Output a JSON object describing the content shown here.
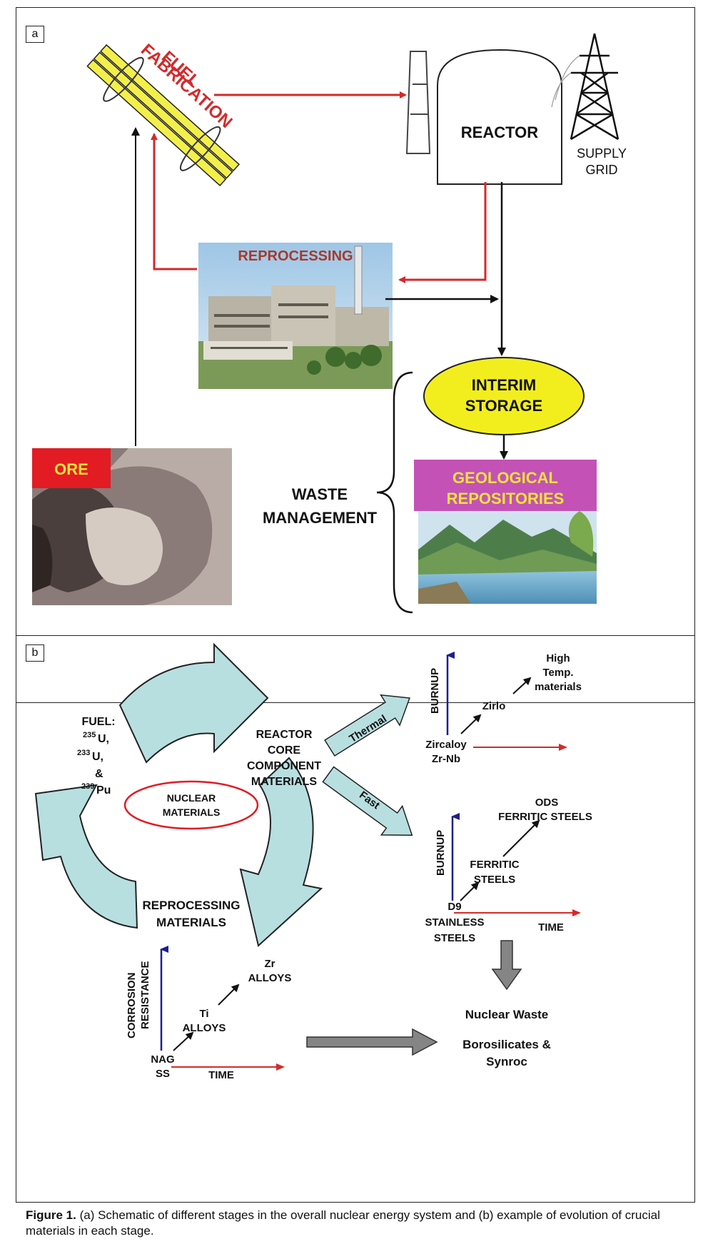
{
  "panel_a": {
    "tag": "a",
    "fuel_fabrication": [
      "FUEL",
      "FABRICATION"
    ],
    "reactor": "REACTOR",
    "supply_grid": [
      "SUPPLY",
      "GRID"
    ],
    "reprocessing": "REPROCESSING",
    "interim_storage": [
      "INTERIM",
      "STORAGE"
    ],
    "geological_repositories": [
      "GEOLOGICAL",
      "REPOSITORIES"
    ],
    "waste_management": [
      "WASTE",
      "MANAGEMENT"
    ],
    "ore": "ORE"
  },
  "panel_b": {
    "tag": "b",
    "fuel": {
      "title": "FUEL:",
      "u235": "U,",
      "u235_mass": "235",
      "u233": "U,",
      "u233_mass": "233",
      "amp": "&",
      "pu239": "Pu",
      "pu239_mass": "239"
    },
    "reactor_core": [
      "REACTOR",
      "CORE",
      "COMPONENT",
      "MATERIALS"
    ],
    "nuclear_materials": [
      "NUCLEAR",
      "MATERIALS"
    ],
    "reprocessing_materials": [
      "REPROCESSING",
      "MATERIALS"
    ],
    "thermal": "Thermal",
    "fast": "Fast",
    "thermal_chart": {
      "axis": "BURNUP",
      "start": [
        "Zircaloy",
        "Zr-Nb"
      ],
      "mid": "Zirlo",
      "end": [
        "High",
        "Temp.",
        "materials"
      ]
    },
    "fast_chart": {
      "axis": "BURNUP",
      "start": [
        "D9",
        "STAINLESS",
        "STEELS"
      ],
      "mid": [
        "FERRITIC",
        "STEELS"
      ],
      "end": [
        "ODS",
        "FERRITIC STEELS"
      ],
      "time": "TIME"
    },
    "reprocessing_chart": {
      "axis": [
        "CORROSION",
        "RESISTANCE"
      ],
      "start": [
        "NAG",
        "SS"
      ],
      "mid": [
        "Ti",
        "ALLOYS"
      ],
      "end": [
        "Zr",
        "ALLOYS"
      ],
      "time": "TIME"
    },
    "nuclear_waste": "Nuclear Waste",
    "waste_forms": [
      "Borosilicates &",
      "Synroc"
    ]
  },
  "caption": {
    "label": "Figure 1.",
    "text": "(a) Schematic of different stages in the overall nuclear energy system and (b) example of evolution of crucial materials in each stage."
  },
  "colors": {
    "red_label": "#d42a2a",
    "reprocessing_label": "#a63a2a",
    "yellow": "#f2ee1e",
    "magenta": "#c452b6",
    "gold_text": "#f2e43a",
    "teal_arrow": "#b8dfe0",
    "navy_axis": "#1c1f8c",
    "gray_arrow": "#858585"
  }
}
